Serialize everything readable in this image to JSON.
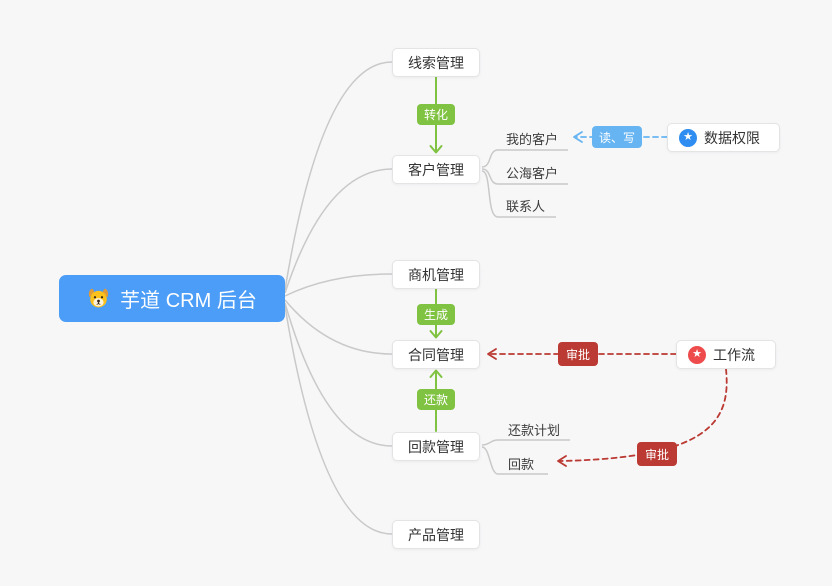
{
  "colors": {
    "background": "#f7f7f8",
    "root_blue": "#4b9df7",
    "edge_green": "#80c342",
    "edge_light_blue": "#66b5f2",
    "edge_red": "#bb3a33",
    "line_gray": "#c9c9c9",
    "node_border": "#e4e4e4",
    "node_text": "#333333",
    "data_permission_icon": "#2f8cf0",
    "workflow_icon": "#ee4c4c"
  },
  "root": {
    "label": "芋道 CRM 后台",
    "icon": "dog-face-icon"
  },
  "nodes": {
    "leads": {
      "label": "线索管理"
    },
    "customers": {
      "label": "客户管理"
    },
    "opportunities": {
      "label": "商机管理"
    },
    "contracts": {
      "label": "合同管理"
    },
    "receivables": {
      "label": "回款管理"
    },
    "products": {
      "label": "产品管理"
    }
  },
  "customer_children": [
    {
      "label": "我的客户"
    },
    {
      "label": "公海客户"
    },
    {
      "label": "联系人"
    }
  ],
  "receivable_children": [
    {
      "label": "还款计划"
    },
    {
      "label": "回款"
    }
  ],
  "edge_labels": {
    "convert": "转化",
    "generate": "生成",
    "repay": "还款",
    "read_write": "读、写",
    "approve_contract": "审批",
    "approve_receivable": "审批"
  },
  "side_nodes": {
    "data_permission": {
      "label": "数据权限",
      "icon": "star-icon"
    },
    "workflow": {
      "label": "工作流",
      "icon": "star-icon"
    }
  }
}
